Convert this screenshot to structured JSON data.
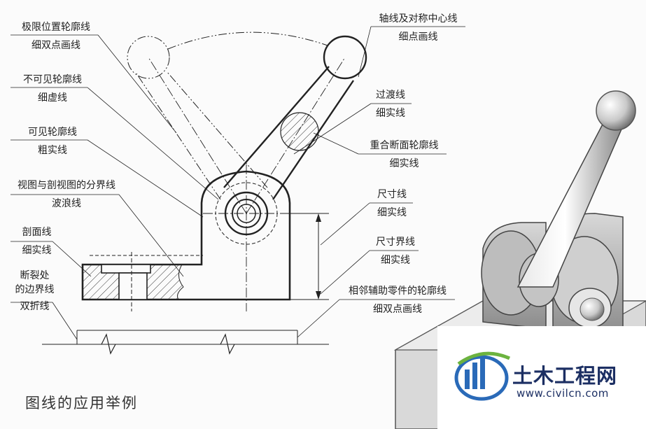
{
  "labels_left": [
    {
      "line1": "极限位置轮廓线",
      "line2": "细双点画线"
    },
    {
      "line1": "不可见轮廓线",
      "line2": "细虚线"
    },
    {
      "line1": "可见轮廓线",
      "line2": "粗实线"
    },
    {
      "line1": "视图与剖视图的分界线",
      "line2": "波浪线"
    },
    {
      "line1": "剖面线",
      "line2": "细实线"
    },
    {
      "line1": "断裂处",
      "line2": "的边界线",
      "line3": "双折线"
    }
  ],
  "labels_right": [
    {
      "line1": "轴线及对称中心线",
      "line2": "细点画线"
    },
    {
      "line1": "过渡线",
      "line2": "细实线"
    },
    {
      "line1": "重合断面轮廓线",
      "line2": "细实线"
    },
    {
      "line1": "尺寸线",
      "line2": "细实线"
    },
    {
      "line1": "尺寸界线",
      "line2": "细实线"
    },
    {
      "line1": "相邻辅助零件的轮廓线",
      "line2": "细双点画线"
    }
  ],
  "caption": "图线的应用举例",
  "watermark": {
    "name": "土木工程网",
    "url": "www.civilcn.com",
    "brand_color": "#1c2f63",
    "accent_blue": "#2a6ab8",
    "accent_green": "#6cb33f"
  }
}
